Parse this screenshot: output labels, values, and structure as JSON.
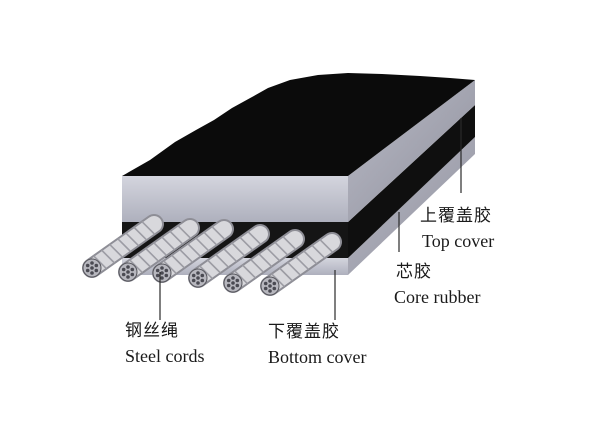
{
  "labels": {
    "top_cover": {
      "zh": "上覆盖胶",
      "en": "Top cover"
    },
    "core_rubber": {
      "zh": "芯胶",
      "en": "Core rubber"
    },
    "steel_cords": {
      "zh": "钢丝绳",
      "en": "Steel cords"
    },
    "bottom_cover": {
      "zh": "下覆盖胶",
      "en": "Bottom cover"
    }
  },
  "colors": {
    "top_surface": "#0b0b0b",
    "cover_rubber": "#c7c8d2",
    "cover_rubber_dark": "#9fa0ad",
    "core_rubber": "#141414",
    "steel_cord": "#d8d8dc",
    "steel_cord_shadow": "#8e8e96",
    "leader_line": "#2a2a2a"
  }
}
